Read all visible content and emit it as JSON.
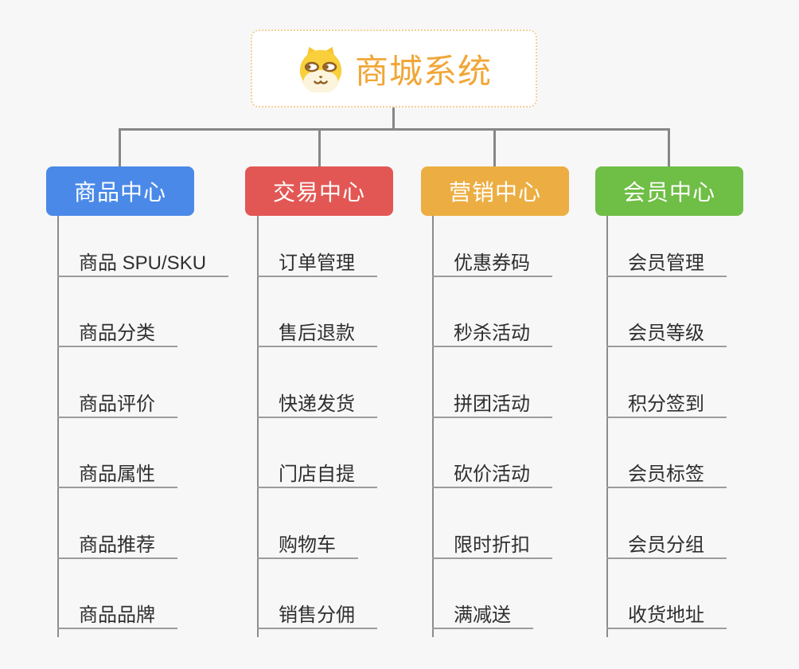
{
  "canvas": {
    "background": "#f7f7f7",
    "connector_color": "#8c8c8c",
    "underline_color": "#9c9c9c"
  },
  "root": {
    "title": "商城系统",
    "icon": "dog-mascot-icon",
    "text_color": "#f1a637",
    "border_color": "#f3cf9a",
    "background": "#ffffff"
  },
  "branches": [
    {
      "label": "商品中心",
      "color": "#4a89e8",
      "children": [
        "商品 SPU/SKU",
        "商品分类",
        "商品评价",
        "商品属性",
        "商品推荐",
        "商品品牌"
      ]
    },
    {
      "label": "交易中心",
      "color": "#e25754",
      "children": [
        "订单管理",
        "售后退款",
        "快递发货",
        "门店自提",
        "购物车",
        "销售分佣"
      ]
    },
    {
      "label": "营销中心",
      "color": "#ecae42",
      "children": [
        "优惠券码",
        "秒杀活动",
        "拼团活动",
        "砍价活动",
        "限时折扣",
        "满减送"
      ]
    },
    {
      "label": "会员中心",
      "color": "#6fbe45",
      "children": [
        "会员管理",
        "会员等级",
        "积分签到",
        "会员标签",
        "会员分组",
        "收货地址"
      ]
    }
  ]
}
